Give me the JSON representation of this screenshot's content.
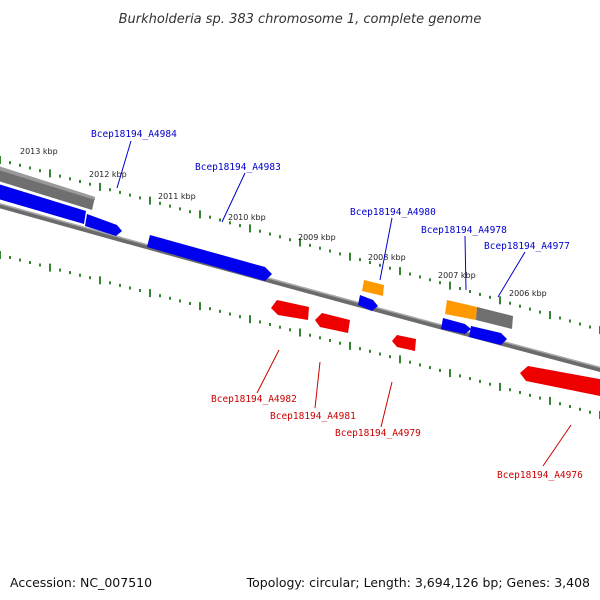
{
  "title": "Burkholderia sp. 383 chromosome 1, complete genome",
  "footer": {
    "accession": "Accession: NC_007510",
    "summary": "Topology: circular; Length: 3,694,126 bp; Genes: 3,408"
  },
  "colors": {
    "background": "#ffffff",
    "backbone": "#888888",
    "forward_gene": "#0000ee",
    "reverse_gene": "#ee0000",
    "orange_feature": "#ff9900",
    "gray_feature": "#777777",
    "tick": "#006600",
    "forward_label": "#0000cc",
    "reverse_label": "#cc0000"
  },
  "kbp_labels": [
    "2013 kbp",
    "2012 kbp",
    "2011 kbp",
    "2010 kbp",
    "2009 kbp",
    "2008 kbp",
    "2007 kbp",
    "2006 kbp"
  ],
  "gene_labels": [
    {
      "id": "g4984",
      "text": "Bcep18194_A4984",
      "strand": "forward"
    },
    {
      "id": "g4983",
      "text": "Bcep18194_A4983",
      "strand": "forward"
    },
    {
      "id": "g4980",
      "text": "Bcep18194_A4980",
      "strand": "forward"
    },
    {
      "id": "g4978",
      "text": "Bcep18194_A4978",
      "strand": "forward"
    },
    {
      "id": "g4977",
      "text": "Bcep18194_A4977",
      "strand": "forward"
    },
    {
      "id": "g4982",
      "text": "Bcep18194_A4982",
      "strand": "reverse"
    },
    {
      "id": "g4981",
      "text": "Bcep18194_A4981",
      "strand": "reverse"
    },
    {
      "id": "g4979",
      "text": "Bcep18194_A4979",
      "strand": "reverse"
    },
    {
      "id": "g4976",
      "text": "Bcep18194_A4976",
      "strand": "reverse"
    }
  ]
}
